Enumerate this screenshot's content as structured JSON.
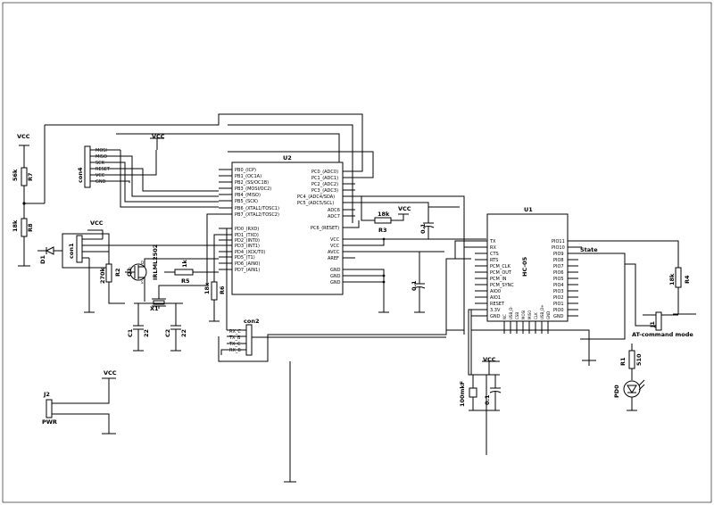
{
  "supply": {
    "vcc": "VCC"
  },
  "u2": {
    "ref": "U2",
    "left_pins": [
      "PB6_(XTAL1/TOSC1)",
      "PB7_(XTAL2/TOSC2)"
    ],
    "left_pins_top": [
      "PB0_(ICP)",
      "PB1_(OC1A)",
      "PB2_(SS/OC1B)",
      "PB3_(MOSI/OC2)",
      "PB4_(MISO)",
      "PB5_(SCK)"
    ],
    "left_pins_bottom": [
      "PD0_(RXD)",
      "PD1_(TXD)",
      "PD2_(INT0)",
      "PD3_(INT1)",
      "PD4_(XCK/T0)",
      "PD5_(T1)",
      "PD6_(AIN0)",
      "PD7_(AIN1)"
    ],
    "right_pins_top": [
      "PC0_(ADC0)",
      "PC1_(ADC1)",
      "PC2_(ADC2)",
      "PC3_(ADC3)",
      "PC4_(ADC4/SDA)",
      "PC5_(ADC5/SCL)",
      "ADC6",
      "ADC7"
    ],
    "right_reset": "PC6_(RESET)",
    "right_power": [
      "VCC",
      "VCC",
      "AVCC",
      "AREF"
    ],
    "right_gnd": [
      "GND",
      "GND",
      "GND"
    ]
  },
  "u1": {
    "ref": "U1",
    "part": "HC-05",
    "left_pins": [
      "TX",
      "RX",
      "CTS",
      "RTS",
      "PCM_CLK",
      "PCM_OUT",
      "PCM_IN",
      "PCM_SYNC",
      "AIO0",
      "AIO1",
      "RESET",
      "3.3V",
      "GND"
    ],
    "right_pins": [
      "PIO11",
      "PIO10",
      "PIO9",
      "PIO8",
      "PIO7",
      "PIO6",
      "PIO5",
      "PIO4",
      "PIO3",
      "PIO2",
      "PIO1",
      "PIO0",
      "GND"
    ],
    "bottom_pins": [
      "NC",
      "USB_D-",
      "CSB",
      "MOSI",
      "MISO",
      "CLK",
      "USB_D+",
      "GND"
    ],
    "state": "State"
  },
  "con4": {
    "ref": "con4",
    "pins": [
      "MOSI",
      "MISO",
      "SCK",
      "RESET",
      "VCC",
      "GND"
    ]
  },
  "con1": {
    "ref": "con1"
  },
  "con2": {
    "ref": "con2",
    "pins": [
      "RX_C",
      "TX_B",
      "TX_C",
      "RX_B"
    ]
  },
  "j1": {
    "ref": "J1",
    "label": "AT-command mode"
  },
  "j2": {
    "ref": "J2",
    "label": "PWR"
  },
  "parts": {
    "r7": {
      "ref": "R7",
      "value": "56k"
    },
    "r8": {
      "ref": "R8",
      "value": "18k"
    },
    "r2": {
      "ref": "R2",
      "value": "270k"
    },
    "r5": {
      "ref": "R5",
      "value": "1k"
    },
    "r6": {
      "ref": "R6",
      "value": "18k"
    },
    "r3": {
      "ref": "R3",
      "value": "18k"
    },
    "r4": {
      "ref": "R4",
      "value": "18k"
    },
    "r1": {
      "ref": "R1",
      "value": "510"
    },
    "d1": {
      "ref": "D1"
    },
    "q1": {
      "ref": "Q1",
      "value": "IRLML2502"
    },
    "q1_pins": [
      "D",
      "G",
      "S"
    ],
    "x1": {
      "ref": "X1"
    },
    "c1": {
      "ref": "C1",
      "value": "22"
    },
    "c2": {
      "ref": "C2",
      "value": "22"
    },
    "c3": {
      "value": "0.1"
    },
    "c4": {
      "value": "0.1"
    },
    "c5": {
      "value": "0.1"
    },
    "c6": {
      "value": "100mkF"
    },
    "led": {
      "ref": "PD0"
    }
  }
}
